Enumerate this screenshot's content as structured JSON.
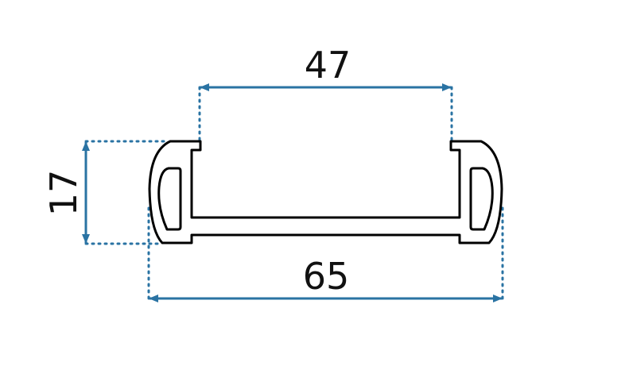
{
  "diagram": {
    "dimensions": {
      "top_width": "47",
      "bottom_width": "65",
      "height": "17"
    },
    "colors": {
      "dimension_line": "#2a73a3",
      "profile_outline": "#000000",
      "background": "#ffffff"
    }
  }
}
